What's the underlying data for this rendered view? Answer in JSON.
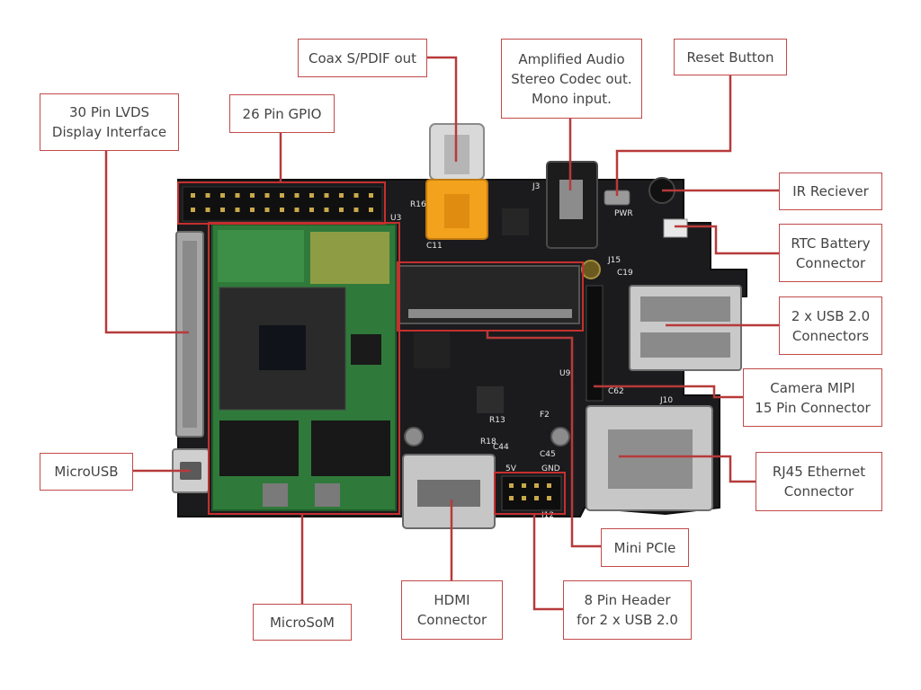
{
  "callouts": {
    "lvds": "30 Pin LVDS\nDisplay Interface",
    "gpio": "26 Pin GPIO",
    "coax": "Coax S/PDIF out",
    "audio": "Amplified Audio\nStereo Codec out.\nMono input.",
    "reset": "Reset Button",
    "ir": "IR Reciever",
    "rtc": "RTC Battery\nConnector",
    "usb": "2 x USB 2.0\nConnectors",
    "camera": "Camera MIPI\n15 Pin Connector",
    "ethernet": "RJ45 Ethernet\nConnector",
    "microusb": "MicroUSB",
    "microsom": "MicroSoM",
    "hdmi": "HDMI\nConnector",
    "usbheader": "8 Pin Header\nfor 2 x USB 2.0",
    "pcie": "Mini PCIe"
  },
  "board": {
    "silk_u3": "U3",
    "silk_r16": "R16",
    "silk_j3": "J3",
    "silk_pwr": "PWR",
    "silk_j15": "J15",
    "silk_c19": "C19",
    "silk_j10": "J10",
    "silk_5v": "5V",
    "silk_gnd": "GND",
    "silk_j12": "J12",
    "silk_c11": "C11",
    "silk_c45": "C45",
    "silk_c44": "C44",
    "silk_r18": "R18",
    "silk_r13": "R13",
    "silk_u9": "U9",
    "silk_f2": "F2",
    "silk_c62": "C62"
  }
}
